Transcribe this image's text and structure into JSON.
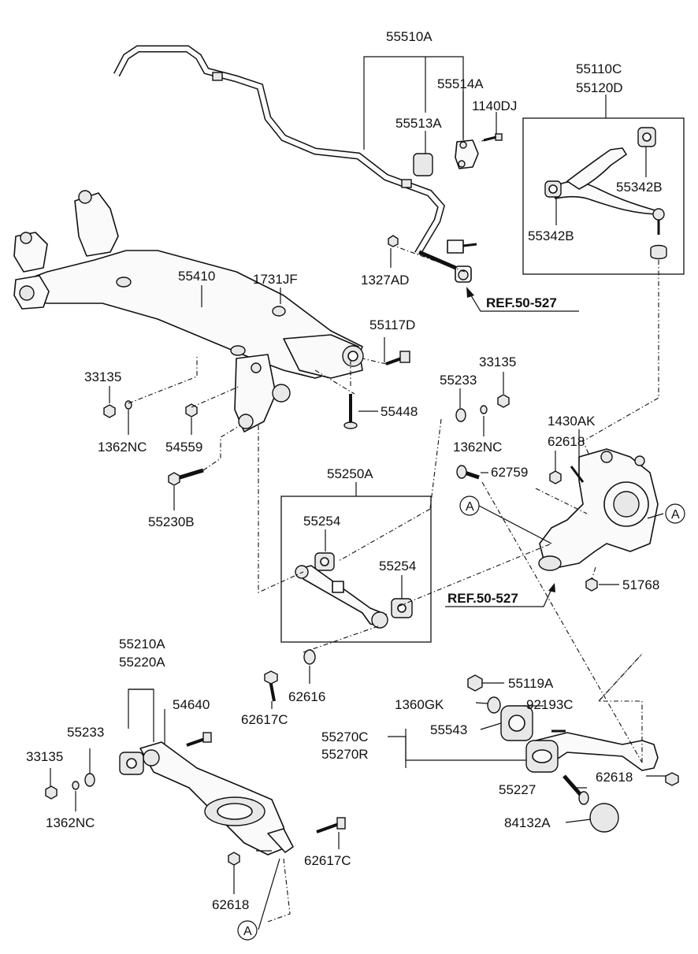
{
  "labels": {
    "p55510A": "55510A",
    "p55514A": "55514A",
    "p1140DJ": "1140DJ",
    "p55513A": "55513A",
    "p55110C": "55110C",
    "p55120D": "55120D",
    "p55342B_a": "55342B",
    "p55342B_b": "55342B",
    "p55410": "55410",
    "p1731JF": "1731JF",
    "p1327AD": "1327AD",
    "p55117D": "55117D",
    "p33135_a": "33135",
    "p33135_b": "33135",
    "p55233_a": "55233",
    "p55448": "55448",
    "p1362NC_a": "1362NC",
    "p1362NC_b": "1362NC",
    "p54559": "54559",
    "p1430AK": "1430AK",
    "p62618_a": "62618",
    "p62759": "62759",
    "p55250A": "55250A",
    "p55230B": "55230B",
    "p55254_a": "55254",
    "p55254_b": "55254",
    "p51768": "51768",
    "p55210A": "55210A",
    "p55220A": "55220A",
    "p54640": "54640",
    "p55233_b": "55233",
    "p33135_c": "33135",
    "p1362NC_c": "1362NC",
    "p62617C_a": "62617C",
    "p62616": "62616",
    "p55119A": "55119A",
    "p1360GK": "1360GK",
    "p92193C": "92193C",
    "p55543": "55543",
    "p55270C": "55270C",
    "p55270R": "55270R",
    "p62618_b": "62618",
    "p55227": "55227",
    "p84132A": "84132A",
    "p62617C_b": "62617C",
    "p62618_c": "62618"
  },
  "refs": {
    "ref_top": "REF.50-527",
    "ref_mid": "REF.50-527"
  },
  "markers": {
    "a_left": "A",
    "a_right": "A",
    "a_bottom": "A"
  }
}
